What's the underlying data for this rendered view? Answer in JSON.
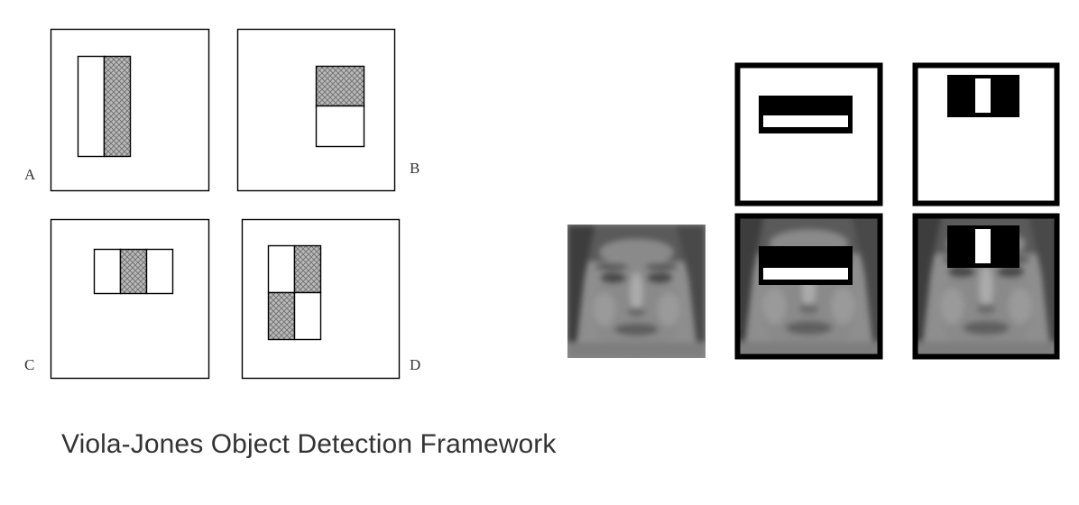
{
  "panels": {
    "a": {
      "label": "A"
    },
    "b": {
      "label": "B"
    },
    "c": {
      "label": "C"
    },
    "d": {
      "label": "D"
    }
  },
  "caption": "Viola-Jones Object Detection Framework",
  "colors": {
    "frame": "#000000",
    "hatch_fill": "#b8b8b8",
    "hatch_line": "#6a6a6a",
    "text": "#333333",
    "background": "#ffffff"
  }
}
